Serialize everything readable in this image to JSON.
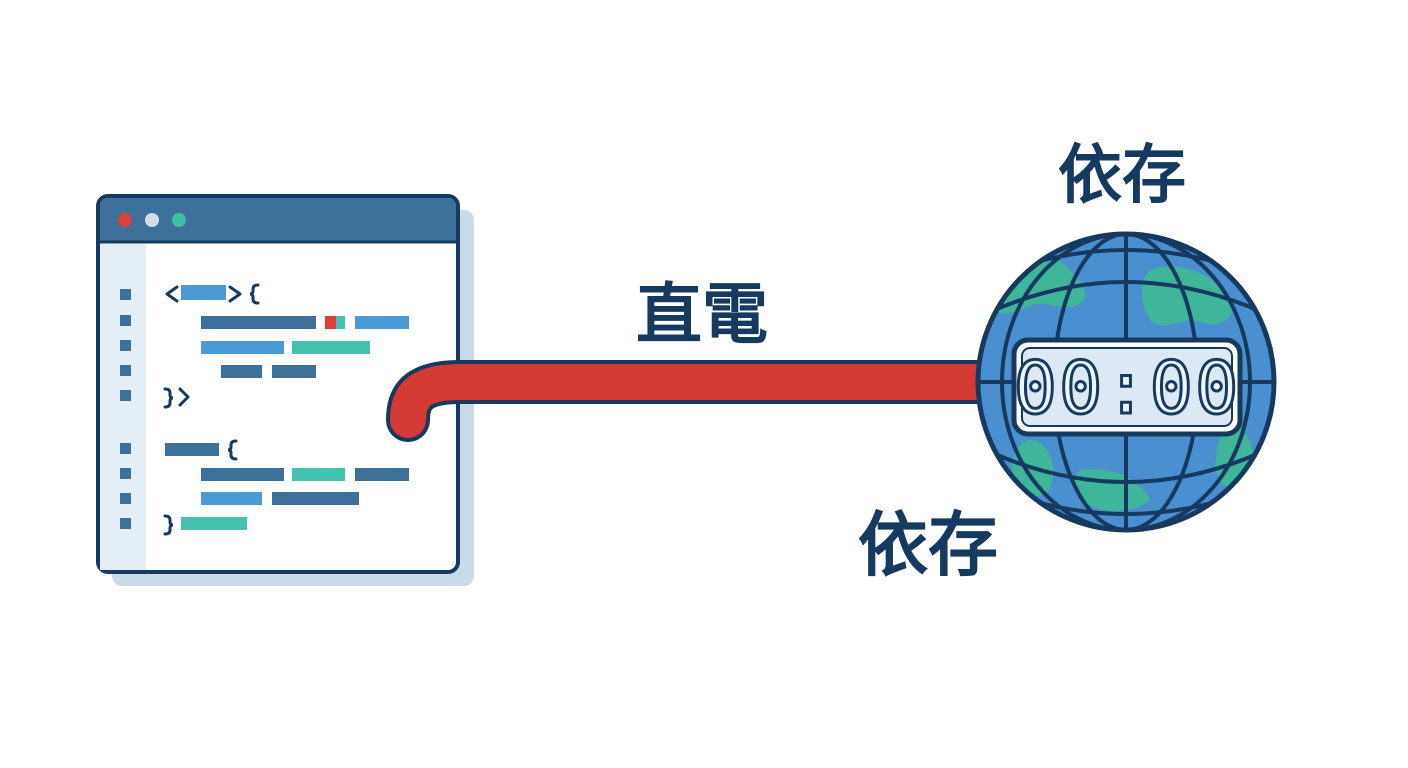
{
  "labels": {
    "dependency_top": "依存",
    "dependency_bottom": "依存",
    "connection": "直電"
  },
  "clock": {
    "time": "00:00"
  },
  "colors": {
    "outline": "#163a5f",
    "window_header": "#3d7199",
    "window_shadow": "#c9dbe8",
    "gutter": "#e4eef6",
    "dot_red": "#d9423a",
    "dot_gray": "#d5dde4",
    "dot_teal": "#3dbfa4",
    "code_dark": "#3d7199",
    "code_blue": "#4a9ad6",
    "code_teal": "#45c2ad",
    "code_red": "#d9423a",
    "cable": "#d33a33",
    "globe_ocean": "#4a8fd0",
    "globe_land": "#3fb59a",
    "clock_face": "#dce9f4"
  },
  "icons": {
    "editor": "code-editor-window-icon",
    "globe": "globe-icon",
    "cable": "cable-icon",
    "clock": "digital-clock-icon"
  }
}
